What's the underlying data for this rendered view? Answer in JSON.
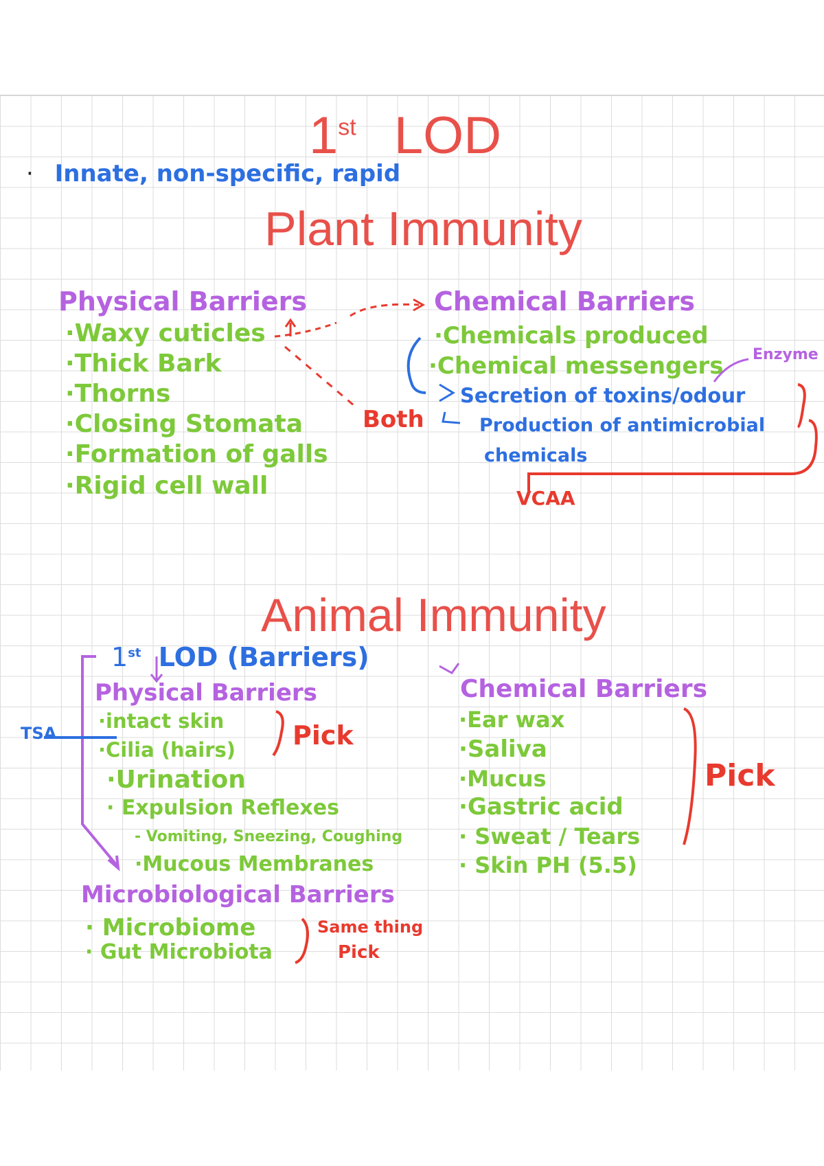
{
  "title": {
    "prefix": "1",
    "sup": "st",
    "main": "LOD"
  },
  "intro": {
    "bullet": "·",
    "text": "Innate, non-specific, rapid"
  },
  "plant": {
    "heading": "Plant Immunity",
    "physical": {
      "heading": "Physical Barriers",
      "items": [
        "·Waxy cuticles",
        "·Thick Bark",
        "·Thorns",
        "·Closing Stomata",
        "·Formation of galls",
        "·Rigid cell wall"
      ]
    },
    "chemical": {
      "heading": "Chemical Barriers",
      "items": [
        "·Chemicals produced",
        "·Chemical messengers"
      ],
      "sub_items": [
        "Secretion of toxins/odour",
        "Production of antimicrobial",
        "chemicals"
      ],
      "enzyme": "Enzyme",
      "both": "Both",
      "vcaa": "VCAA"
    }
  },
  "animal": {
    "heading": "Animal Immunity",
    "lod": {
      "prefix": "1",
      "sup": "st",
      "text": "LOD (Barriers)"
    },
    "physical": {
      "heading": "Physical Barriers",
      "items": [
        "·intact skin",
        "·Cilia (hairs)",
        "·Urination",
        "· Expulsion Reflexes",
        "- Vomiting, Sneezing, Coughing",
        "·Mucous Membranes"
      ],
      "pick": "Pick",
      "tsa": "TSA"
    },
    "chemical": {
      "heading": "Chemical Barriers",
      "items": [
        "·Ear wax",
        "·Saliva",
        "·Mucus",
        "·Gastric acid",
        "· Sweat / Tears",
        "· Skin PH (5.5)"
      ],
      "pick": "Pick"
    },
    "microbiological": {
      "heading": "Microbiological Barriers",
      "items": [
        "· Microbiome",
        "· Gut Microbiota"
      ],
      "note1": "Same thing",
      "note2": "Pick"
    }
  }
}
